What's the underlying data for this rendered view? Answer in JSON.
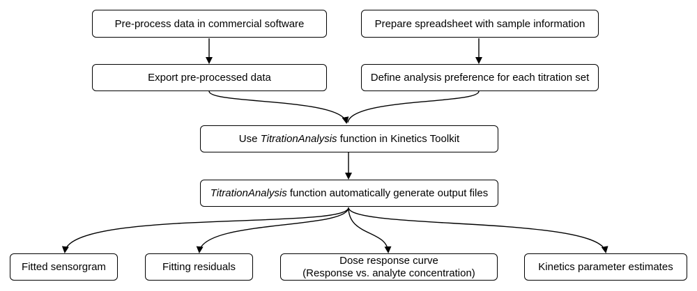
{
  "nodes": {
    "preprocess": "Pre-process data in commercial software",
    "spreadsheet": "Prepare spreadsheet with sample information",
    "export": "Export pre-processed data",
    "define": "Define analysis preference for each titration set",
    "use": {
      "prefix": "Use ",
      "emphasis": "TitrationAnalysis",
      "suffix": " function in Kinetics Toolkit"
    },
    "generate": {
      "emphasis": "TitrationAnalysis",
      "suffix": " function automatically generate output files"
    },
    "fitted": "Fitted sensorgram",
    "residuals": "Fitting residuals",
    "dose": {
      "line1": "Dose response curve",
      "line2": "(Response vs. analyte concentration)"
    },
    "kinetics": "Kinetics parameter estimates"
  }
}
